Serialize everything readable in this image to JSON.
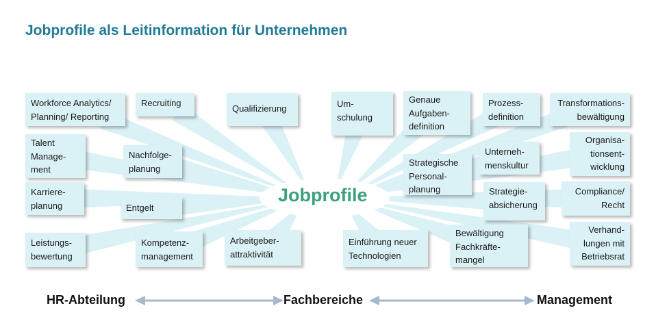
{
  "title": "Jobprofile als Leitinformation für Unternehmen",
  "center": "Jobprofile",
  "boxes": [
    {
      "text": "Workforce Analytics/\nPlanning/ Reporting"
    },
    {
      "text": "Recruiting"
    },
    {
      "text": "Qualifizierung"
    },
    {
      "text": "Um-\nschulung"
    },
    {
      "text": "Genaue\nAufgaben-\ndefinition"
    },
    {
      "text": "Prozess-\ndefinition"
    },
    {
      "text": "Transformations-\nbewältigung"
    },
    {
      "text": "Talent\nManage-\nment"
    },
    {
      "text": "Nachfolge-\nplanung"
    },
    {
      "text": "Unterneh-\nmenskultur"
    },
    {
      "text": "Organisa-\ntionsent-\nwicklung"
    },
    {
      "text": "Strategische\nPersonal-\nplanung"
    },
    {
      "text": "Karriere-\nplanung"
    },
    {
      "text": "Entgelt"
    },
    {
      "text": "Strategie-\nabsicherung"
    },
    {
      "text": "Compliance/\nRecht"
    },
    {
      "text": "Leistungs-\nbewertung"
    },
    {
      "text": "Kompetenz-\nmanagement"
    },
    {
      "text": "Arbeitgeber-\nattraktivität"
    },
    {
      "text": "Einführung neuer\nTechnologien"
    },
    {
      "text": "Bewältigung\nFachkräfte-\nmangel"
    },
    {
      "text": "Verhand-\nlungen mit\nBetriebsrat"
    }
  ],
  "axis": {
    "left": "HR-Abteilung",
    "middle": "Fachbereiche",
    "right": "Management"
  },
  "colors": {
    "title": "#1f7a96",
    "center": "#3aa17e",
    "box_fill": "#daf1f5",
    "ray_fill": "#daf1f5",
    "arrow": "#a7b8cf"
  }
}
